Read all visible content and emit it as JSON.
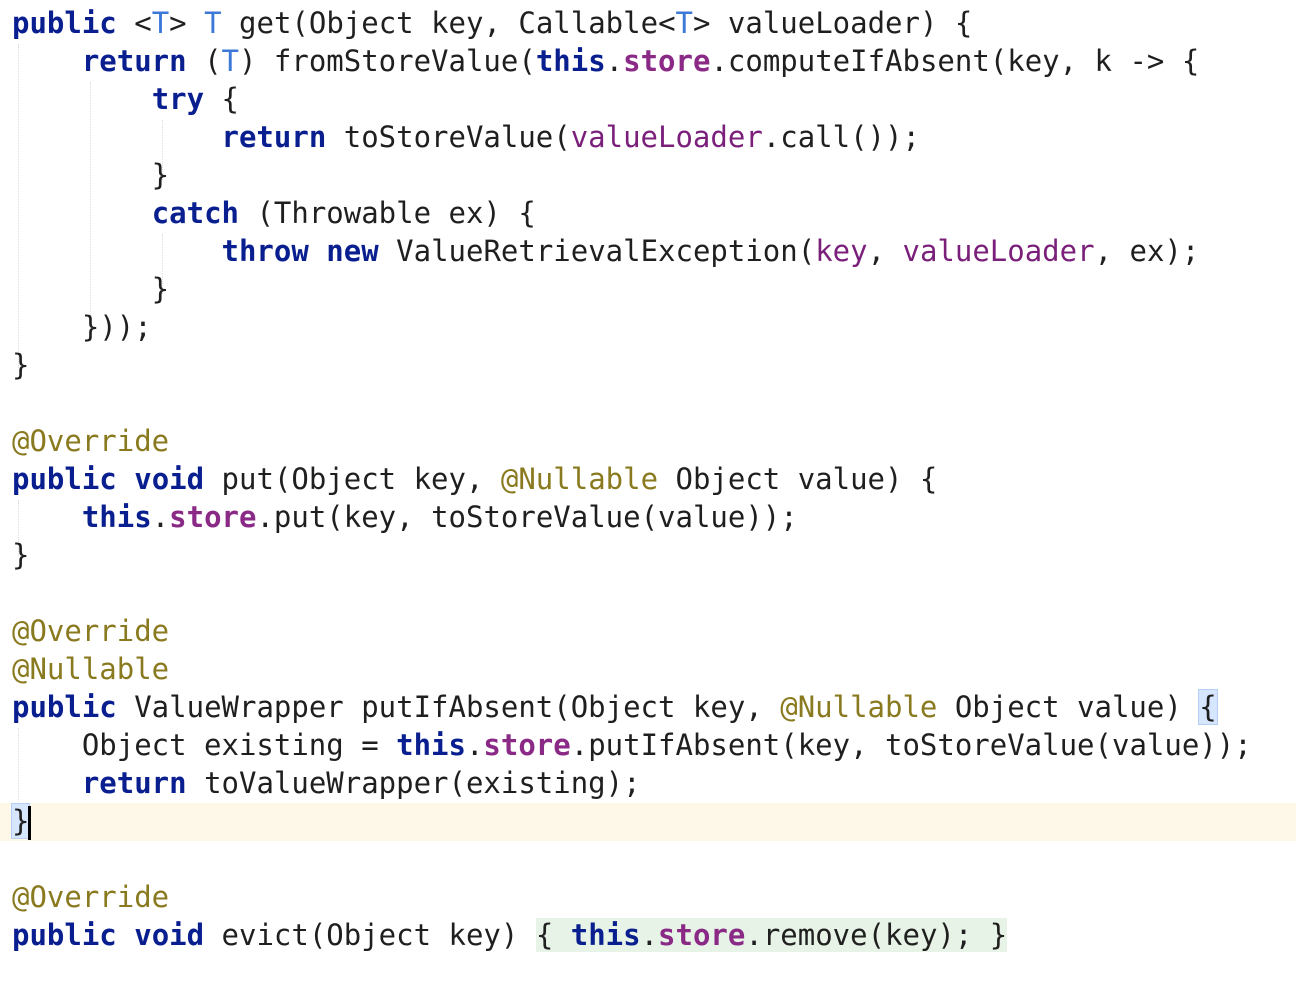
{
  "code": {
    "lines": [
      {
        "segments": [
          {
            "t": "public",
            "c": "kw"
          },
          {
            "t": " "
          },
          {
            "t": "<",
            "c": "pun"
          },
          {
            "t": "T",
            "c": "typ"
          },
          {
            "t": ">",
            "c": "pun"
          },
          {
            "t": " "
          },
          {
            "t": "T",
            "c": "typ"
          },
          {
            "t": " get(Object key, Callable<"
          },
          {
            "t": "T",
            "c": "typ"
          },
          {
            "t": "> valueLoader) {"
          }
        ]
      },
      {
        "segments": [
          {
            "t": "    "
          },
          {
            "t": "return",
            "c": "kw"
          },
          {
            "t": " ("
          },
          {
            "t": "T",
            "c": "typ"
          },
          {
            "t": ") fromStoreValue("
          },
          {
            "t": "this",
            "c": "kw"
          },
          {
            "t": "."
          },
          {
            "t": "store",
            "c": "fld"
          },
          {
            "t": ".computeIfAbsent(key, k -> {"
          }
        ]
      },
      {
        "segments": [
          {
            "t": "        "
          },
          {
            "t": "try",
            "c": "kw"
          },
          {
            "t": " {"
          }
        ]
      },
      {
        "segments": [
          {
            "t": "            "
          },
          {
            "t": "return",
            "c": "kw"
          },
          {
            "t": " toStoreValue("
          },
          {
            "t": "valueLoader",
            "c": "prm"
          },
          {
            "t": ".call());"
          }
        ]
      },
      {
        "segments": [
          {
            "t": "        }"
          }
        ]
      },
      {
        "segments": [
          {
            "t": "        "
          },
          {
            "t": "catch",
            "c": "kw"
          },
          {
            "t": " (Throwable ex) {"
          }
        ]
      },
      {
        "segments": [
          {
            "t": "            "
          },
          {
            "t": "throw",
            "c": "kw"
          },
          {
            "t": " "
          },
          {
            "t": "new",
            "c": "kw"
          },
          {
            "t": " ValueRetrievalException("
          },
          {
            "t": "key",
            "c": "prm"
          },
          {
            "t": ", "
          },
          {
            "t": "valueLoader",
            "c": "prm"
          },
          {
            "t": ", ex);"
          }
        ]
      },
      {
        "segments": [
          {
            "t": "        }"
          }
        ]
      },
      {
        "segments": [
          {
            "t": "    }));"
          }
        ]
      },
      {
        "segments": [
          {
            "t": "}"
          }
        ]
      },
      {
        "segments": []
      },
      {
        "segments": [
          {
            "t": "@Override",
            "c": "ann"
          }
        ]
      },
      {
        "segments": [
          {
            "t": "public",
            "c": "kw"
          },
          {
            "t": " "
          },
          {
            "t": "void",
            "c": "kw"
          },
          {
            "t": " put(Object key, "
          },
          {
            "t": "@Nullable",
            "c": "ann"
          },
          {
            "t": " Object value) {"
          }
        ]
      },
      {
        "segments": [
          {
            "t": "    "
          },
          {
            "t": "this",
            "c": "kw"
          },
          {
            "t": "."
          },
          {
            "t": "store",
            "c": "fld"
          },
          {
            "t": ".put(key, toStoreValue(value));"
          }
        ]
      },
      {
        "segments": [
          {
            "t": "}"
          }
        ]
      },
      {
        "segments": []
      },
      {
        "segments": [
          {
            "t": "@Override",
            "c": "ann"
          }
        ]
      },
      {
        "segments": [
          {
            "t": "@Nullable",
            "c": "ann"
          }
        ]
      },
      {
        "segments": [
          {
            "t": "public",
            "c": "kw"
          },
          {
            "t": " ValueWrapper putIfAbsent(Object key, "
          },
          {
            "t": "@Nullable",
            "c": "ann"
          },
          {
            "t": " Object value) "
          },
          {
            "t": "{",
            "c": "brace-match"
          }
        ]
      },
      {
        "segments": [
          {
            "t": "    Object existing = "
          },
          {
            "t": "this",
            "c": "kw"
          },
          {
            "t": "."
          },
          {
            "t": "store",
            "c": "fld"
          },
          {
            "t": ".putIfAbsent(key, toStoreValue(value));"
          }
        ]
      },
      {
        "segments": [
          {
            "t": "    "
          },
          {
            "t": "return",
            "c": "kw"
          },
          {
            "t": " toValueWrapper(existing);"
          }
        ]
      },
      {
        "segments": [
          {
            "t": "}",
            "c": "brace-match"
          }
        ]
      },
      {
        "segments": []
      },
      {
        "segments": [
          {
            "t": "@Override",
            "c": "ann"
          }
        ]
      },
      {
        "segments": [
          {
            "t": "public",
            "c": "kw"
          },
          {
            "t": " "
          },
          {
            "t": "void",
            "c": "kw"
          },
          {
            "t": " evict(Object key) "
          },
          {
            "t": "{ ",
            "c": "fold-hint"
          },
          {
            "t": "this",
            "c": "kw fold-hint"
          },
          {
            "t": ".",
            "c": "fold-hint"
          },
          {
            "t": "store",
            "c": "fld fold-hint"
          },
          {
            "t": ".remove(key); }",
            "c": "fold-hint"
          }
        ]
      }
    ]
  }
}
